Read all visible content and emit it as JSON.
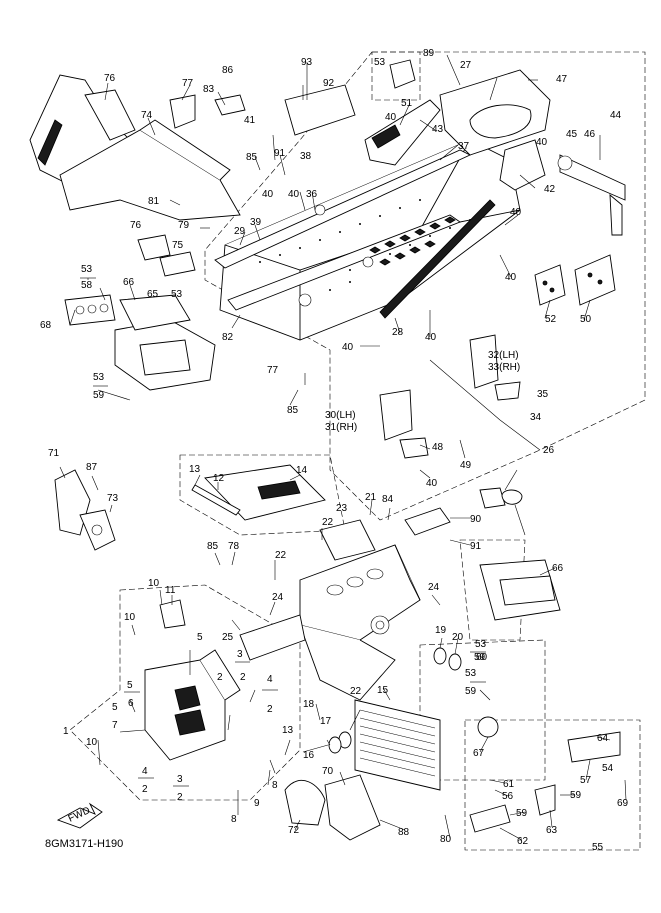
{
  "figure": {
    "reference_code": "8GM3171-H190",
    "fwd_label": "FWD"
  },
  "callouts": [
    {
      "id": "c1",
      "text": "1"
    },
    {
      "id": "c2a",
      "text": "2"
    },
    {
      "id": "c2b",
      "text": "2"
    },
    {
      "id": "c2c",
      "text": "2"
    },
    {
      "id": "c2d",
      "text": "2"
    },
    {
      "id": "c2e",
      "text": "2"
    },
    {
      "id": "c3a",
      "text": "3"
    },
    {
      "id": "c3b",
      "text": "3"
    },
    {
      "id": "c4a",
      "text": "4"
    },
    {
      "id": "c4b",
      "text": "4"
    },
    {
      "id": "c5a",
      "text": "5"
    },
    {
      "id": "c5b",
      "text": "5"
    },
    {
      "id": "c5c",
      "text": "5"
    },
    {
      "id": "c6",
      "text": "6"
    },
    {
      "id": "c7",
      "text": "7"
    },
    {
      "id": "c8a",
      "text": "8"
    },
    {
      "id": "c8b",
      "text": "8"
    },
    {
      "id": "c9",
      "text": "9"
    },
    {
      "id": "c10a",
      "text": "10"
    },
    {
      "id": "c10b",
      "text": "10"
    },
    {
      "id": "c10c",
      "text": "10"
    },
    {
      "id": "c11",
      "text": "11"
    },
    {
      "id": "c12",
      "text": "12"
    },
    {
      "id": "c13a",
      "text": "13"
    },
    {
      "id": "c13b",
      "text": "13"
    },
    {
      "id": "c14",
      "text": "14"
    },
    {
      "id": "c15",
      "text": "15"
    },
    {
      "id": "c16",
      "text": "16"
    },
    {
      "id": "c17",
      "text": "17"
    },
    {
      "id": "c18",
      "text": "18"
    },
    {
      "id": "c19",
      "text": "19"
    },
    {
      "id": "c20",
      "text": "20"
    },
    {
      "id": "c21",
      "text": "21"
    },
    {
      "id": "c22a",
      "text": "22"
    },
    {
      "id": "c22b",
      "text": "22"
    },
    {
      "id": "c22c",
      "text": "22"
    },
    {
      "id": "c23",
      "text": "23"
    },
    {
      "id": "c24a",
      "text": "24"
    },
    {
      "id": "c24b",
      "text": "24"
    },
    {
      "id": "c25",
      "text": "25"
    },
    {
      "id": "c26",
      "text": "26"
    },
    {
      "id": "c27",
      "text": "27"
    },
    {
      "id": "c28",
      "text": "28"
    },
    {
      "id": "c29",
      "text": "29"
    },
    {
      "id": "c30",
      "text": "30(LH)"
    },
    {
      "id": "c31",
      "text": "31(RH)"
    },
    {
      "id": "c32",
      "text": "32(LH)"
    },
    {
      "id": "c33",
      "text": "33(RH)"
    },
    {
      "id": "c34",
      "text": "34"
    },
    {
      "id": "c35",
      "text": "35"
    },
    {
      "id": "c36",
      "text": "36"
    },
    {
      "id": "c37",
      "text": "37"
    },
    {
      "id": "c38",
      "text": "38"
    },
    {
      "id": "c39",
      "text": "39"
    },
    {
      "id": "c40a",
      "text": "40"
    },
    {
      "id": "c40b",
      "text": "40"
    },
    {
      "id": "c40c",
      "text": "40"
    },
    {
      "id": "c40d",
      "text": "40"
    },
    {
      "id": "c40e",
      "text": "40"
    },
    {
      "id": "c40f",
      "text": "40"
    },
    {
      "id": "c40g",
      "text": "40"
    },
    {
      "id": "c40h",
      "text": "40"
    },
    {
      "id": "c40i",
      "text": "40"
    },
    {
      "id": "c41",
      "text": "41"
    },
    {
      "id": "c42",
      "text": "42"
    },
    {
      "id": "c43",
      "text": "43"
    },
    {
      "id": "c44",
      "text": "44"
    },
    {
      "id": "c45",
      "text": "45"
    },
    {
      "id": "c46",
      "text": "46"
    },
    {
      "id": "c47",
      "text": "47"
    },
    {
      "id": "c48",
      "text": "48"
    },
    {
      "id": "c49",
      "text": "49"
    },
    {
      "id": "c50",
      "text": "50"
    },
    {
      "id": "c51",
      "text": "51"
    },
    {
      "id": "c52",
      "text": "52"
    },
    {
      "id": "c53a",
      "text": "53"
    },
    {
      "id": "c53b",
      "text": "53"
    },
    {
      "id": "c53c",
      "text": "53"
    },
    {
      "id": "c53d",
      "text": "53"
    },
    {
      "id": "c53e",
      "text": "53"
    },
    {
      "id": "c53f",
      "text": "53"
    },
    {
      "id": "c54",
      "text": "54"
    },
    {
      "id": "c55",
      "text": "55"
    },
    {
      "id": "c56",
      "text": "56"
    },
    {
      "id": "c57",
      "text": "57"
    },
    {
      "id": "c58",
      "text": "58"
    },
    {
      "id": "c59a",
      "text": "59"
    },
    {
      "id": "c59b",
      "text": "59"
    },
    {
      "id": "c59c",
      "text": "59"
    },
    {
      "id": "c59d",
      "text": "59"
    },
    {
      "id": "c59e",
      "text": "59"
    },
    {
      "id": "c60",
      "text": "60"
    },
    {
      "id": "c61",
      "text": "61"
    },
    {
      "id": "c62",
      "text": "62"
    },
    {
      "id": "c63",
      "text": "63"
    },
    {
      "id": "c64",
      "text": "64"
    },
    {
      "id": "c65",
      "text": "65"
    },
    {
      "id": "c66a",
      "text": "66"
    },
    {
      "id": "c66b",
      "text": "66"
    },
    {
      "id": "c67",
      "text": "67"
    },
    {
      "id": "c68",
      "text": "68"
    },
    {
      "id": "c69",
      "text": "69"
    },
    {
      "id": "c70",
      "text": "70"
    },
    {
      "id": "c71",
      "text": "71"
    },
    {
      "id": "c72",
      "text": "72"
    },
    {
      "id": "c73",
      "text": "73"
    },
    {
      "id": "c74",
      "text": "74"
    },
    {
      "id": "c75",
      "text": "75"
    },
    {
      "id": "c76a",
      "text": "76"
    },
    {
      "id": "c76b",
      "text": "76"
    },
    {
      "id": "c77a",
      "text": "77"
    },
    {
      "id": "c77b",
      "text": "77"
    },
    {
      "id": "c78",
      "text": "78"
    },
    {
      "id": "c79",
      "text": "79"
    },
    {
      "id": "c80",
      "text": "80"
    },
    {
      "id": "c81",
      "text": "81"
    },
    {
      "id": "c82",
      "text": "82"
    },
    {
      "id": "c83",
      "text": "83"
    },
    {
      "id": "c84",
      "text": "84"
    },
    {
      "id": "c85a",
      "text": "85"
    },
    {
      "id": "c85b",
      "text": "85"
    },
    {
      "id": "c85c",
      "text": "85"
    },
    {
      "id": "c86",
      "text": "86"
    },
    {
      "id": "c87",
      "text": "87"
    },
    {
      "id": "c88",
      "text": "88"
    },
    {
      "id": "c89",
      "text": "89"
    },
    {
      "id": "c90",
      "text": "90"
    },
    {
      "id": "c91a",
      "text": "91"
    },
    {
      "id": "c91b",
      "text": "91"
    },
    {
      "id": "c92",
      "text": "92"
    },
    {
      "id": "c93",
      "text": "93"
    }
  ]
}
